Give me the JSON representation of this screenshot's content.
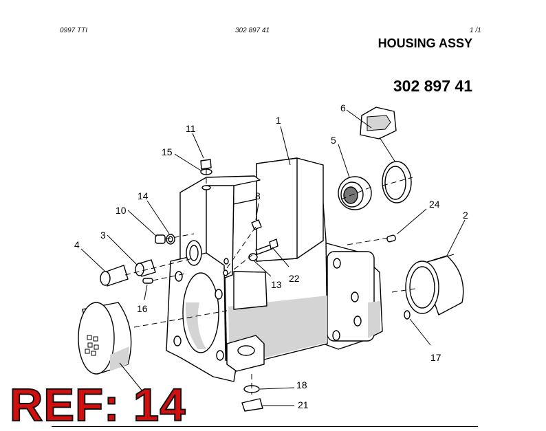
{
  "header": {
    "left_code": "0997 TTI",
    "center_code": "302 897 41",
    "page": "1 /1",
    "title": "HOUSING ASSY",
    "part_number": "302 897 41"
  },
  "ref_stamp": "REF: 14",
  "callouts": {
    "c1": "1",
    "c2": "2",
    "c3": "3",
    "c4": "4",
    "c5": "5",
    "c6": "6",
    "c8": "8",
    "c10": "10",
    "c11": "11",
    "c13": "13",
    "c14": "14",
    "c15": "15",
    "c16": "16",
    "c17": "17",
    "c18": "18",
    "c21": "21",
    "c22": "22",
    "c24": "24"
  }
}
